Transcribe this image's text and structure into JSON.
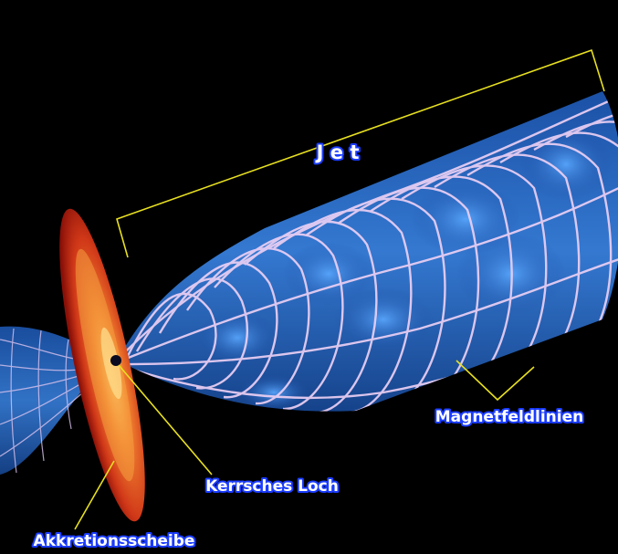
{
  "labels": {
    "jet": "J e t",
    "magnetic_field_lines": "Magnetfeldlinien",
    "kerr_black_hole": "Kerrsches Loch",
    "accretion_disk": "Akkretionsscheibe"
  },
  "colors": {
    "background": "#000000",
    "pointer": "#e8e020",
    "label_text": "#ffffff",
    "label_outline": "#1a3cff",
    "jet_fill": "#2a6cd8",
    "field_line": "#e8c8f0",
    "disk_outer": "#c02010",
    "disk_inner": "#ffb040"
  }
}
